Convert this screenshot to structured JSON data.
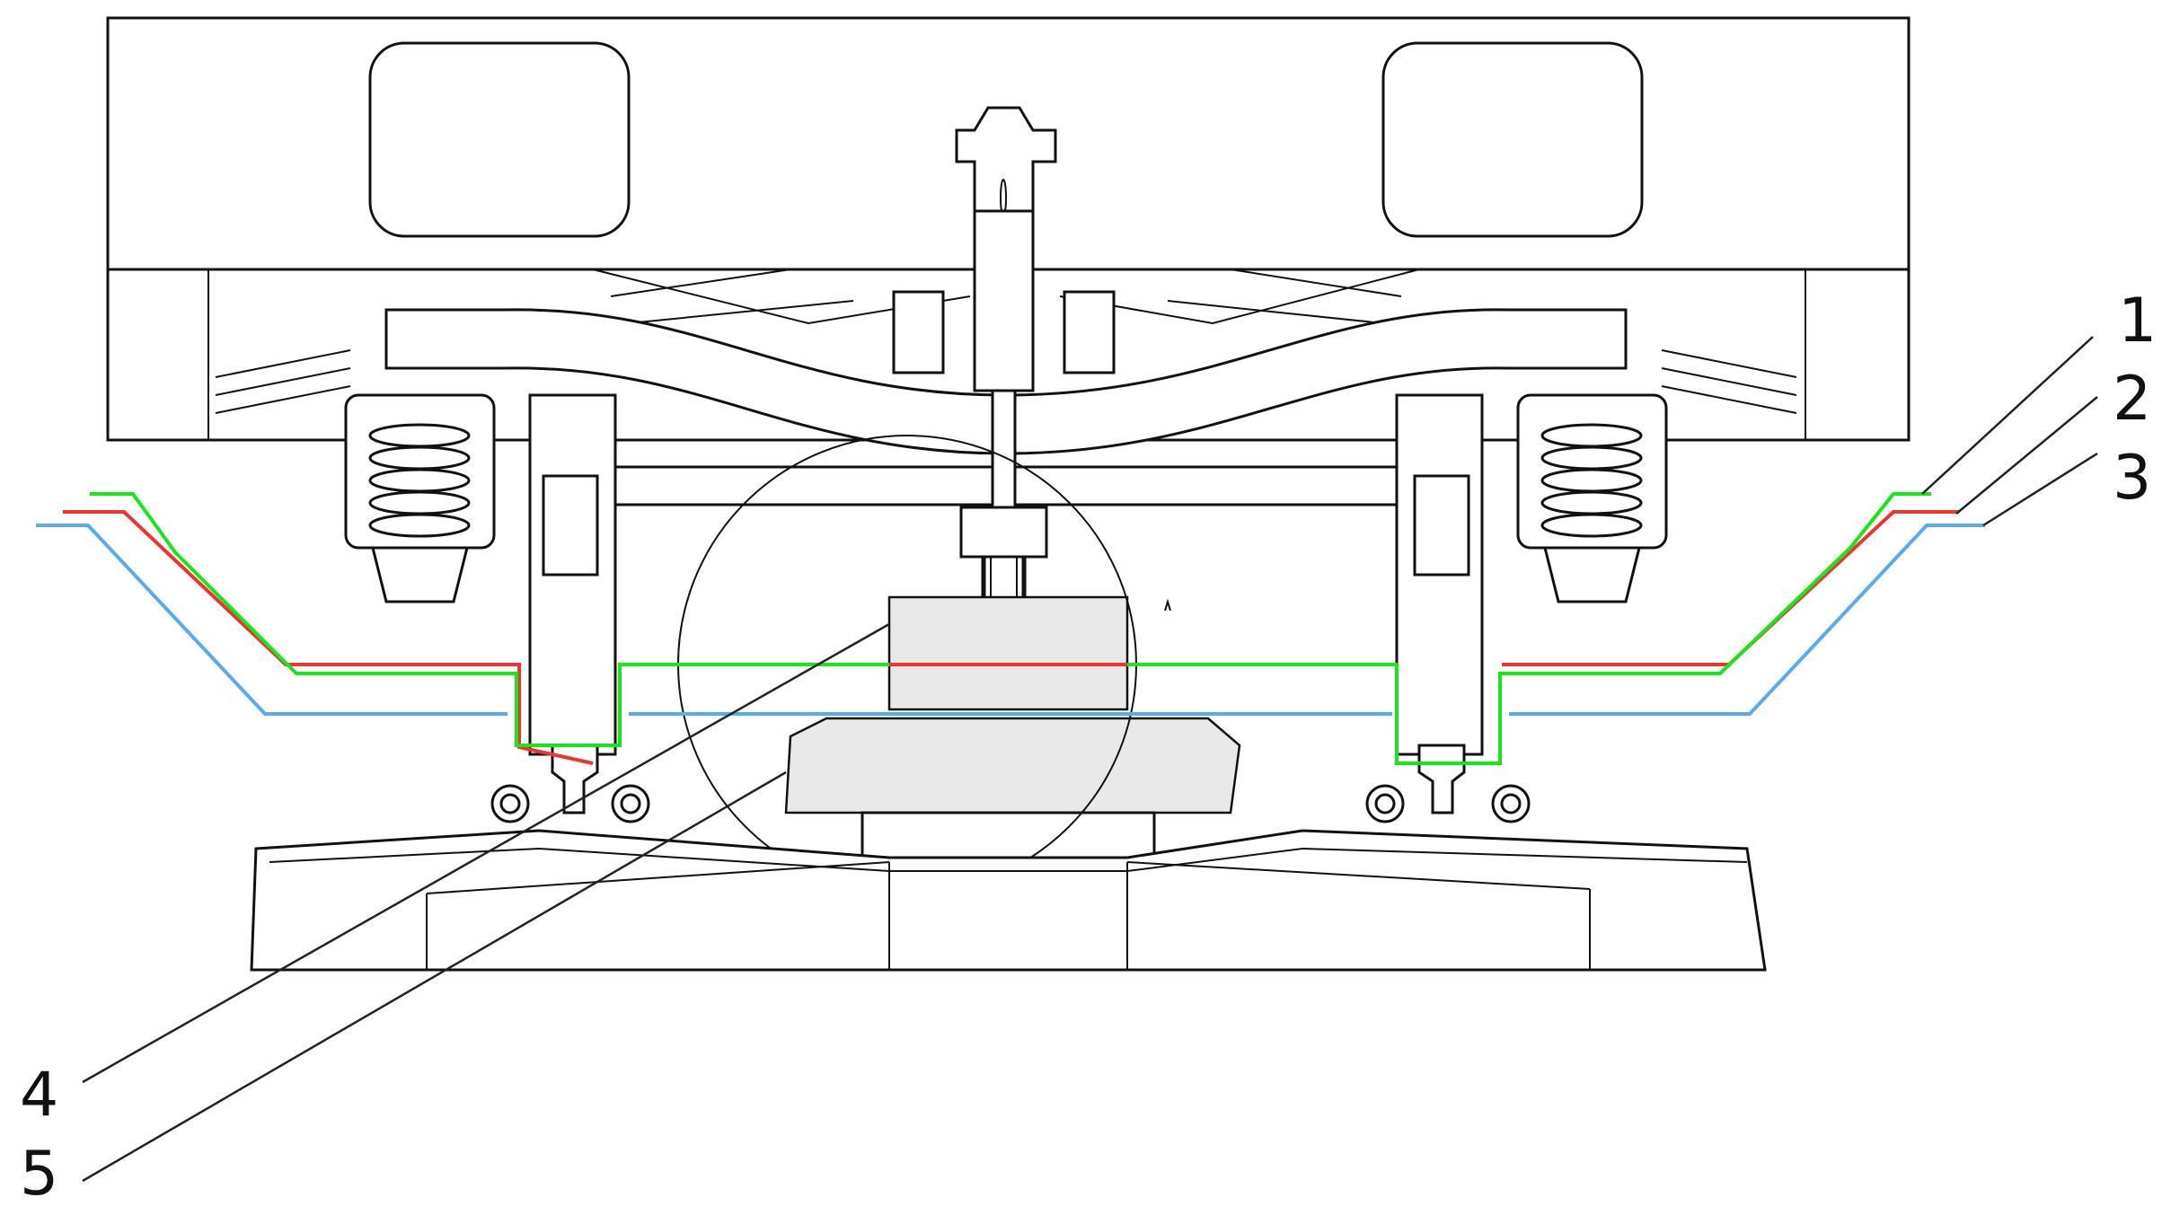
{
  "callouts": [
    {
      "id": "1",
      "label": "1"
    },
    {
      "id": "2",
      "label": "2"
    },
    {
      "id": "3",
      "label": "3"
    },
    {
      "id": "4",
      "label": "4"
    },
    {
      "id": "5",
      "label": "5"
    }
  ],
  "colors": {
    "profile_1": "#19e619",
    "profile_2": "#ee3333",
    "profile_3": "#5aaaf0",
    "linework": "#111111",
    "background": "#ffffff"
  }
}
